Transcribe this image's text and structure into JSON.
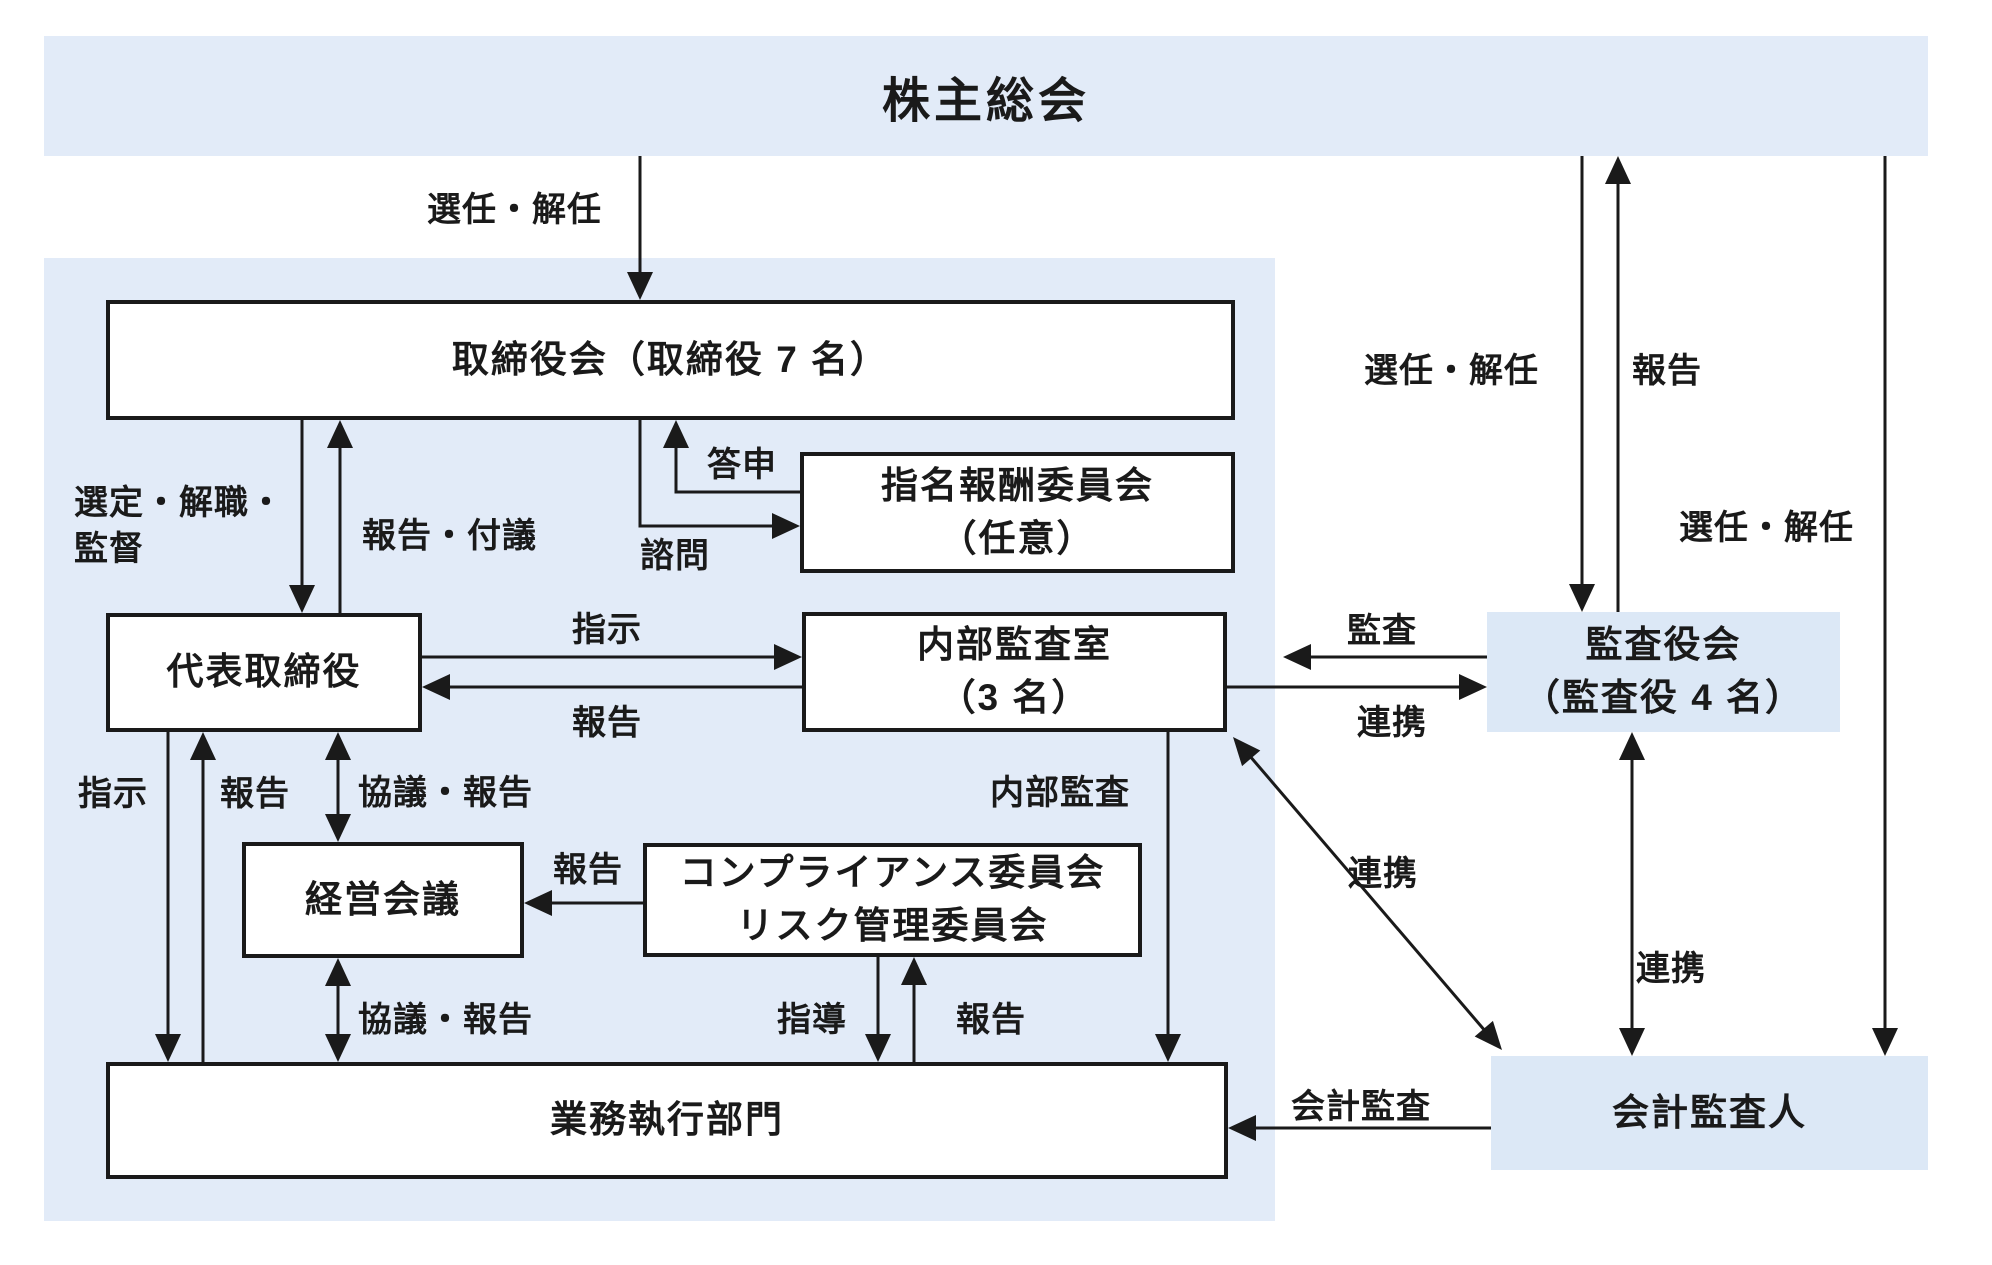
{
  "header": {
    "title": "株主総会"
  },
  "boxes": {
    "board": {
      "title": "取締役会（取締役 7 名）"
    },
    "nomination": {
      "line1": "指名報酬委員会",
      "line2": "（任意）"
    },
    "ceo": {
      "title": "代表取締役"
    },
    "internal_audit": {
      "line1": "内部監査室",
      "line2": "（3 名）"
    },
    "management": {
      "title": "経営会議"
    },
    "compliance": {
      "line1": "コンプライアンス委員会",
      "line2": "リスク管理委員会"
    },
    "operations": {
      "title": "業務執行部門"
    },
    "audit_board": {
      "line1": "監査役会",
      "line2": "（監査役 4 名）"
    },
    "accounting_auditor": {
      "title": "会計監査人"
    }
  },
  "labels": {
    "appoint_dismiss_board": "選任・解任",
    "appoint_dismiss_kansayaku": "選任・解任",
    "report_to_shareholders": "報告",
    "appoint_dismiss_auditor": "選任・解任",
    "select_dismiss_supervise_line1": "選定・解職・",
    "select_dismiss_supervise_line2": "監督",
    "report_refer": "報告・付議",
    "reply": "答申",
    "consult": "諮問",
    "instruct_h": "指示",
    "report_h": "報告",
    "audit": "監査",
    "cooperate_h": "連携",
    "instruct_v": "指示",
    "report_v": "報告",
    "consult_report_top": "協議・報告",
    "internal_audit_arrow": "内部監査",
    "report_compliance": "報告",
    "consult_report_bottom": "協議・報告",
    "guidance": "指導",
    "report_guidance": "報告",
    "cooperate_diagonal": "連携",
    "cooperate_vertical": "連携",
    "accounting_audit": "会計監査"
  },
  "colors": {
    "band_fill": "#e2ebf8",
    "panel_fill": "#e2ebf8",
    "accent_box_fill": "#dce8f6",
    "line_color": "#1a1a1a",
    "text_color": "#1a1a1a",
    "box_fill": "#ffffff"
  }
}
